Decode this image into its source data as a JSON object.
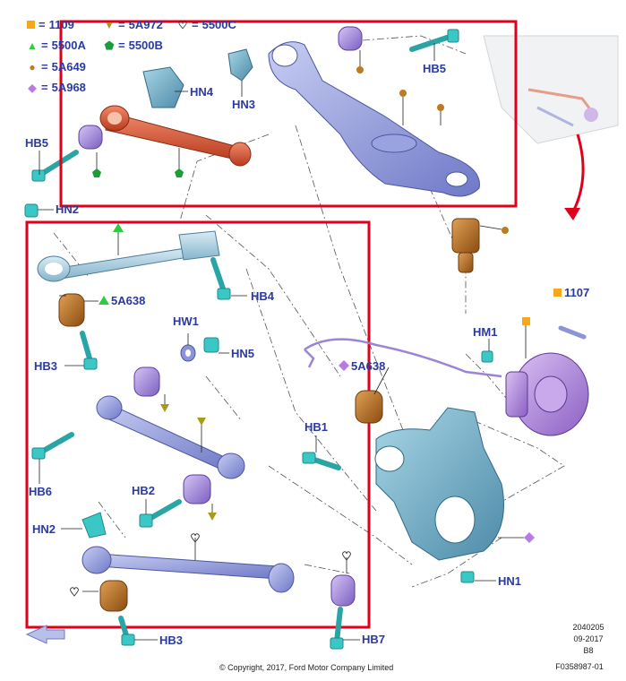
{
  "legend": [
    {
      "symbol": "square",
      "color": "#f4a81a",
      "code": "1109"
    },
    {
      "symbol": "down-triangle",
      "color": "#a89b1a",
      "code": "5A972"
    },
    {
      "symbol": "heart",
      "color": "#333333",
      "code": "5500C"
    },
    {
      "symbol": "triangle",
      "color": "#2ecc40",
      "code": "5500A"
    },
    {
      "symbol": "pentagon",
      "color": "#1a9e3a",
      "code": "5500B"
    },
    {
      "symbol": "circle",
      "color": "#c07a22",
      "code": "5A649"
    },
    {
      "symbol": "diamond",
      "color": "#b87be6",
      "code": "5A968"
    }
  ],
  "equals": "=",
  "callouts": {
    "hn4": "HN4",
    "hn3": "HN3",
    "hb5_top": "HB5",
    "hb5_left": "HB5",
    "hn2_top": "HN2",
    "a638_left": "5A638",
    "hb4": "HB4",
    "hw1": "HW1",
    "hn5": "HN5",
    "hb3_mid": "HB3",
    "a638_mid": "5A638",
    "hb1": "HB1",
    "hm1": "HM1",
    "p1107": "1107",
    "hb6": "HB6",
    "hb2": "HB2",
    "hn2_bottom": "HN2",
    "hn1": "HN1",
    "hb3_bottom": "HB3",
    "hb7": "HB7"
  },
  "colors": {
    "frame": "#e0001b",
    "label": "#2b3a9e",
    "steel": "#8b94d8",
    "red_arm": "#d44a2a",
    "knuckle": "#6fa9c4",
    "bushing_purple": "#a28ad8",
    "bushing_bronze": "#b4661c",
    "bolt": "#3cc7c7",
    "link_blue": "#9fc6dc",
    "hub": "#a77fd6"
  },
  "footer": {
    "copyright": "© Copyright, 2017, Ford Motor Company Limited",
    "ref1": "2040205",
    "ref2": "09-2017",
    "ref3": "B8",
    "ref4": "F0358987-01"
  }
}
